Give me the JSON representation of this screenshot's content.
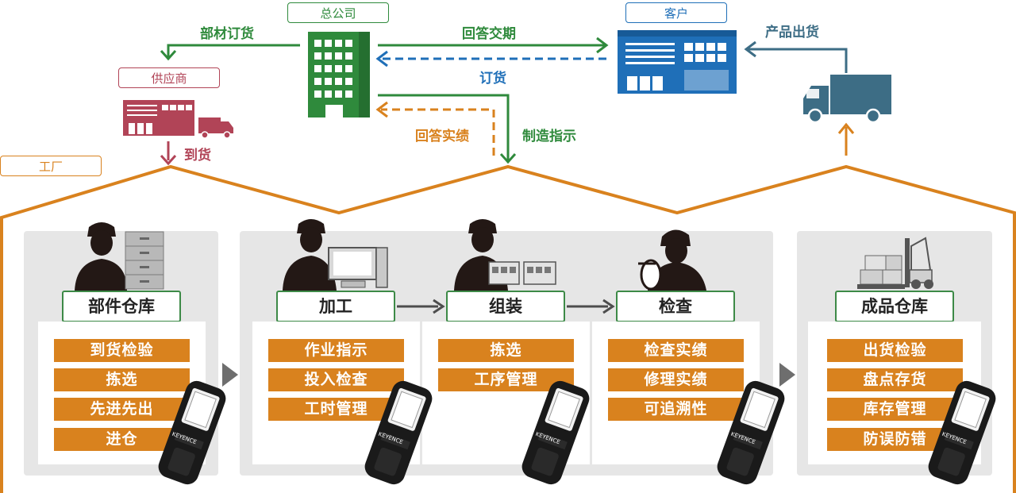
{
  "entities": {
    "head_office": "总公司",
    "customer": "客户",
    "supplier": "供应商",
    "factory": "工厂"
  },
  "flows": {
    "parts_order": "部材订货",
    "reply_delivery_date": "回答交期",
    "order": "订货",
    "product_shipment": "产品出货",
    "reply_results": "回答实绩",
    "manufacturing_instruction": "制造指示",
    "arrival": "到货"
  },
  "sections": [
    {
      "title": "部件仓库",
      "tasks": [
        "到货检验",
        "拣选",
        "先进先出",
        "进仓"
      ]
    },
    {
      "title": "加工",
      "tasks": [
        "作业指示",
        "投入检查",
        "工时管理"
      ]
    },
    {
      "title": "组装",
      "tasks": [
        "拣选",
        "工序管理"
      ]
    },
    {
      "title": "检查",
      "tasks": [
        "检查实绩",
        "修理实绩",
        "可追溯性"
      ]
    },
    {
      "title": "成品仓库",
      "tasks": [
        "出货检验",
        "盘点存货",
        "库存管理",
        "防误防错"
      ]
    }
  ],
  "device_brand": "KEYENCE",
  "colors": {
    "head_office": "#2f8a3c",
    "customer": "#1f6fb8",
    "supplier": "#b14457",
    "factory": "#d9821e",
    "truck": "#3d6d85",
    "task": "#d9821e"
  }
}
